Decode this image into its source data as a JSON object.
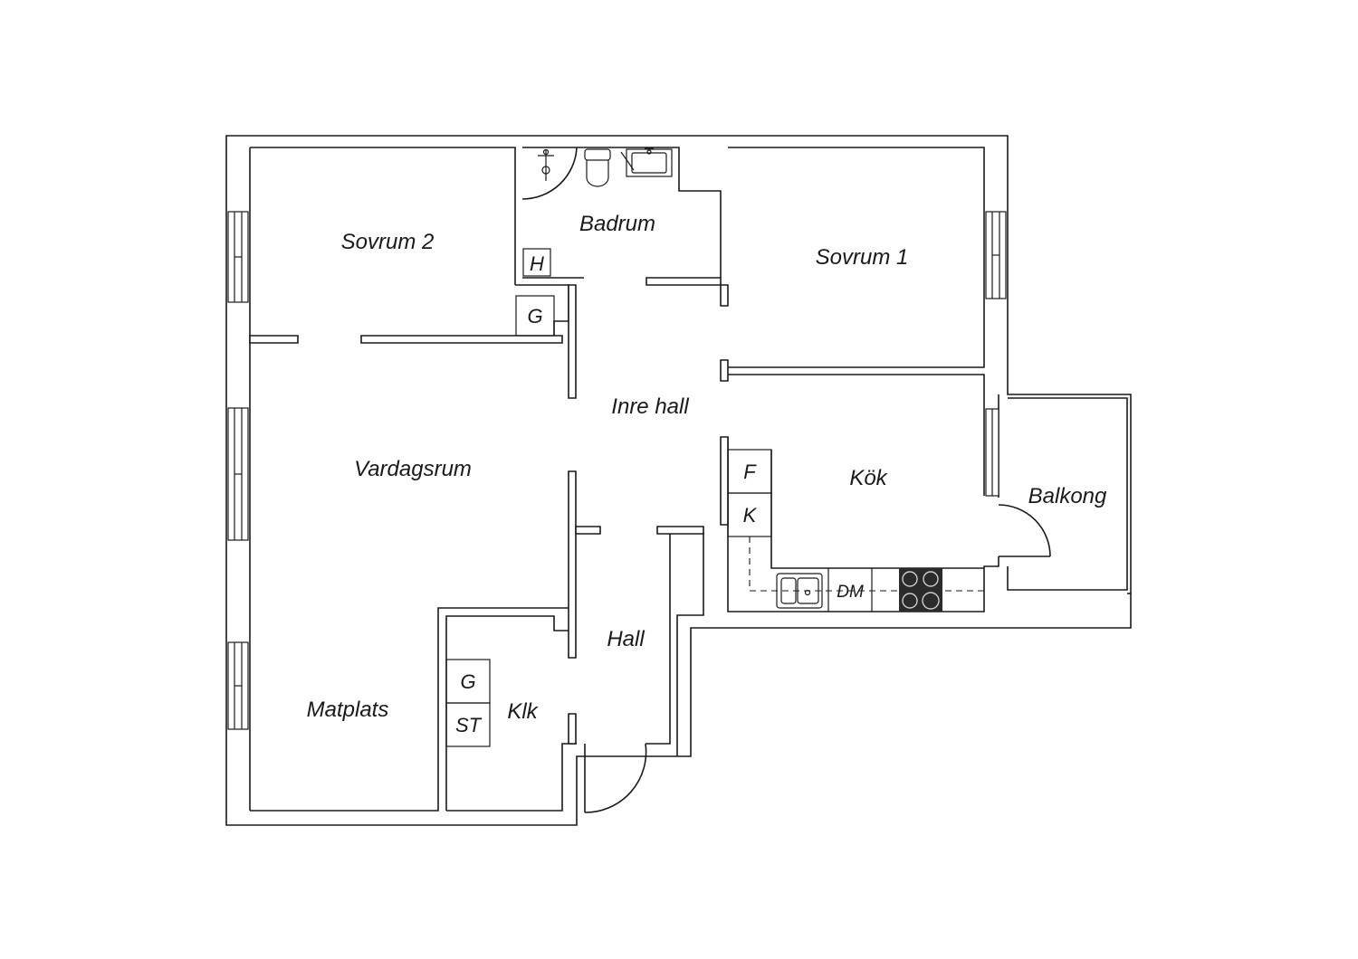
{
  "rooms": {
    "sovrum2": "Sovrum 2",
    "badrum": "Badrum",
    "sovrum1": "Sovrum 1",
    "inre_hall": "Inre hall",
    "vardagsrum": "Vardagsrum",
    "kok": "Kök",
    "balkong": "Balkong",
    "hall": "Hall",
    "matplats": "Matplats",
    "klk": "Klk"
  },
  "fixtures": {
    "bath_h": "H",
    "bath_g": "G",
    "kitchen_f": "F",
    "kitchen_k": "K",
    "kitchen_dm": "DM",
    "klk_g": "G",
    "klk_st": "ST"
  }
}
